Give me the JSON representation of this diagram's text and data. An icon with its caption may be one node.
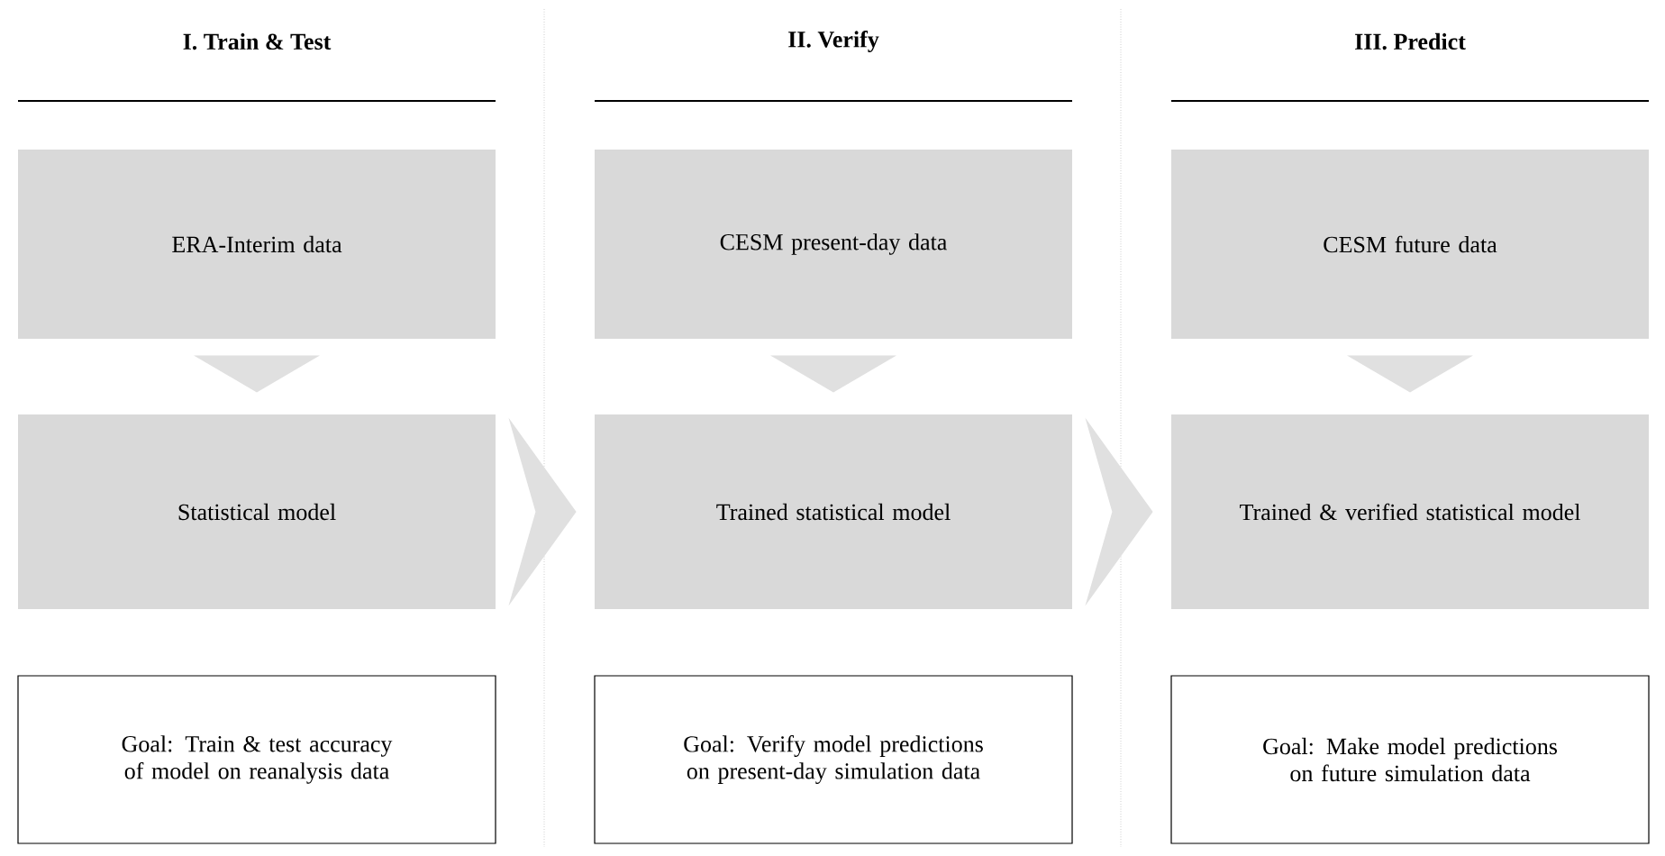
{
  "diagram": {
    "nodes": [
      {
        "text": [
          "ERA-Interim data"
        ]
      },
      {
        "text": [
          "Statistical model"
        ]
      },
      {
        "text": [
          "Goal: Train & test accuracy of model on reanalysis data"
        ]
      },
      {
        "text": [
          "CESM present-day data"
        ]
      },
      {
        "text": [
          "Trained statistical model"
        ]
      },
      {
        "text": [
          "Goal: Verify model predictions on present-day simulation data"
        ]
      },
      {
        "text": [
          "CESM future data"
        ]
      },
      {
        "text": [
          "Trained & verified statistical model"
        ]
      },
      {
        "text": [
          "Goal: Make model predictions on future simulation data"
        ]
      }
    ],
    "edges": [
      {
        "from": 0,
        "to": 1,
        "arrow": "to"
      },
      {
        "from": 3,
        "to": 4,
        "arrow": "to"
      },
      {
        "from": 6,
        "to": 7,
        "arrow": "to"
      },
      {
        "from": 1,
        "to": 4,
        "arrow": "to"
      },
      {
        "from": 4,
        "to": 7,
        "arrow": "to"
      }
    ],
    "labels": [
      "I. Train & Test",
      "II. Verify",
      "III. Predict"
    ]
  }
}
